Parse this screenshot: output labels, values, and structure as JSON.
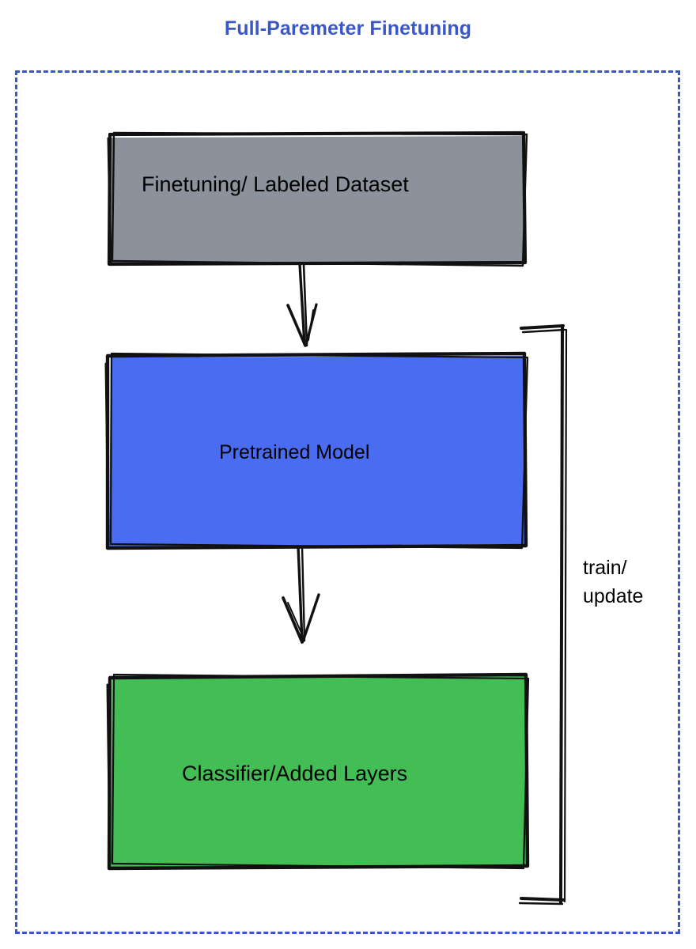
{
  "title": "Full-Paremeter Finetuning",
  "colors": {
    "title_text": "#3a57c8",
    "frame_dashed": "#3a57c8",
    "dataset_fill": "#8b929b",
    "model_fill": "#4a6cf0",
    "classifier_fill": "#43be55",
    "stroke": "#111111",
    "label_text": "#000000",
    "background": "#ffffff"
  },
  "nodes": [
    {
      "id": "dataset",
      "label": "Finetuning/ Labeled Dataset",
      "fill": "#8b929b",
      "shape": "sketchy-rectangle"
    },
    {
      "id": "model",
      "label": "Pretrained Model",
      "fill": "#4a6cf0",
      "shape": "sketchy-rectangle"
    },
    {
      "id": "classifier",
      "label": "Classifier/Added Layers",
      "fill": "#43be55",
      "shape": "sketchy-rectangle"
    }
  ],
  "edges": [
    {
      "id": "dataset-to-model",
      "from": "dataset",
      "to": "model",
      "label": "",
      "style": "hand-drawn-arrow-down"
    },
    {
      "id": "model-to-classifier",
      "from": "model",
      "to": "classifier",
      "label": "",
      "style": "hand-drawn-arrow-down"
    },
    {
      "id": "feedback-loop",
      "from": "classifier",
      "to": "model",
      "label_line1": "train/",
      "label_line2": "update",
      "style": "hand-drawn-bracket-right"
    }
  ],
  "feedback_label": "train/\nupdate"
}
